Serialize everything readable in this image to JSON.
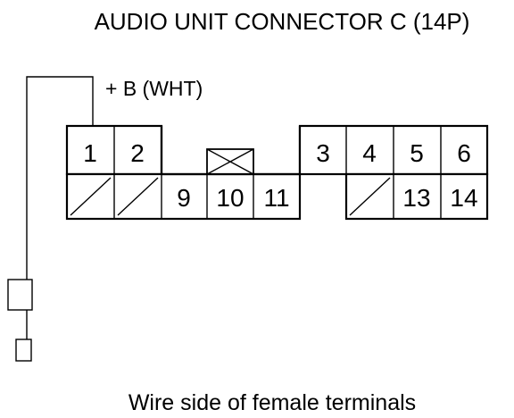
{
  "title": "AUDIO UNIT CONNECTOR C (14P)",
  "wire_label": "+ B (WHT)",
  "caption": "Wire side of female terminals",
  "terminals": {
    "t1": "1",
    "t2": "2",
    "t3": "3",
    "t4": "4",
    "t5": "5",
    "t6": "6",
    "t9": "9",
    "t10": "10",
    "t11": "11",
    "t13": "13",
    "t14": "14"
  },
  "unused_terminals": [
    "7",
    "8",
    "12"
  ],
  "icons": {
    "unused": "diagonal-slash-icon",
    "key": "crossed-box-icon",
    "fuse": "fuse-icon",
    "battery": "battery-terminal-icon"
  }
}
